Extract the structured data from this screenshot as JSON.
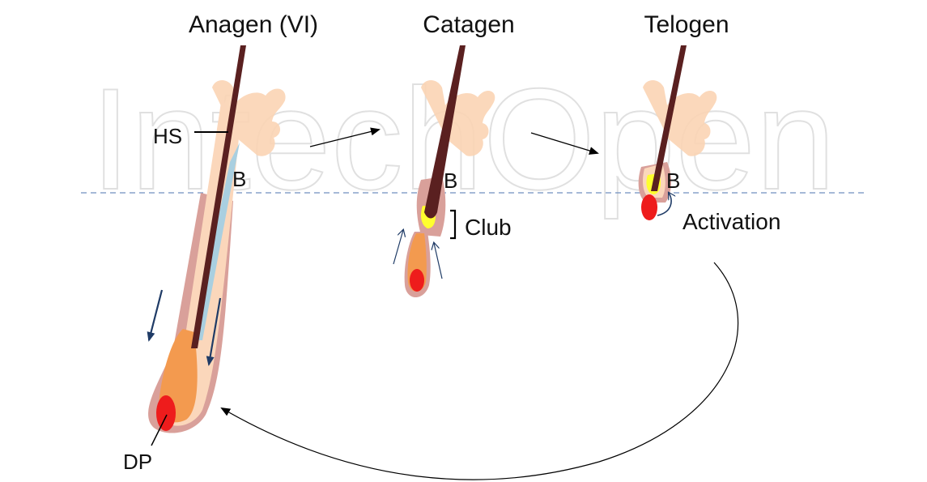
{
  "watermark": {
    "text": "IntechOpen"
  },
  "stages": {
    "anagen": {
      "title": "Anagen (VI)"
    },
    "catagen": {
      "title": "Catagen"
    },
    "telogen": {
      "title": "Telogen"
    }
  },
  "labels": {
    "hair_shaft": "HS",
    "bulge_anagen": "B",
    "bulge_catagen": "B",
    "bulge_telogen": "B",
    "club": "Club",
    "activation": "Activation",
    "dermal_papilla": "DP"
  },
  "colors": {
    "hair_shaft": "#5a2020",
    "outer_sheath": "#d9a09a",
    "sheath_skin": "#fbd7bb",
    "inner_sheath_blue": "#a9cfe0",
    "matrix": "#f39a4f",
    "dermal_papilla": "#ee1c1c",
    "club": "#ffff2e",
    "sebaceous_gland": "#fbd4b4",
    "arrow_blue": "#1f3b66",
    "dashed_line": "#6f8fbf"
  }
}
